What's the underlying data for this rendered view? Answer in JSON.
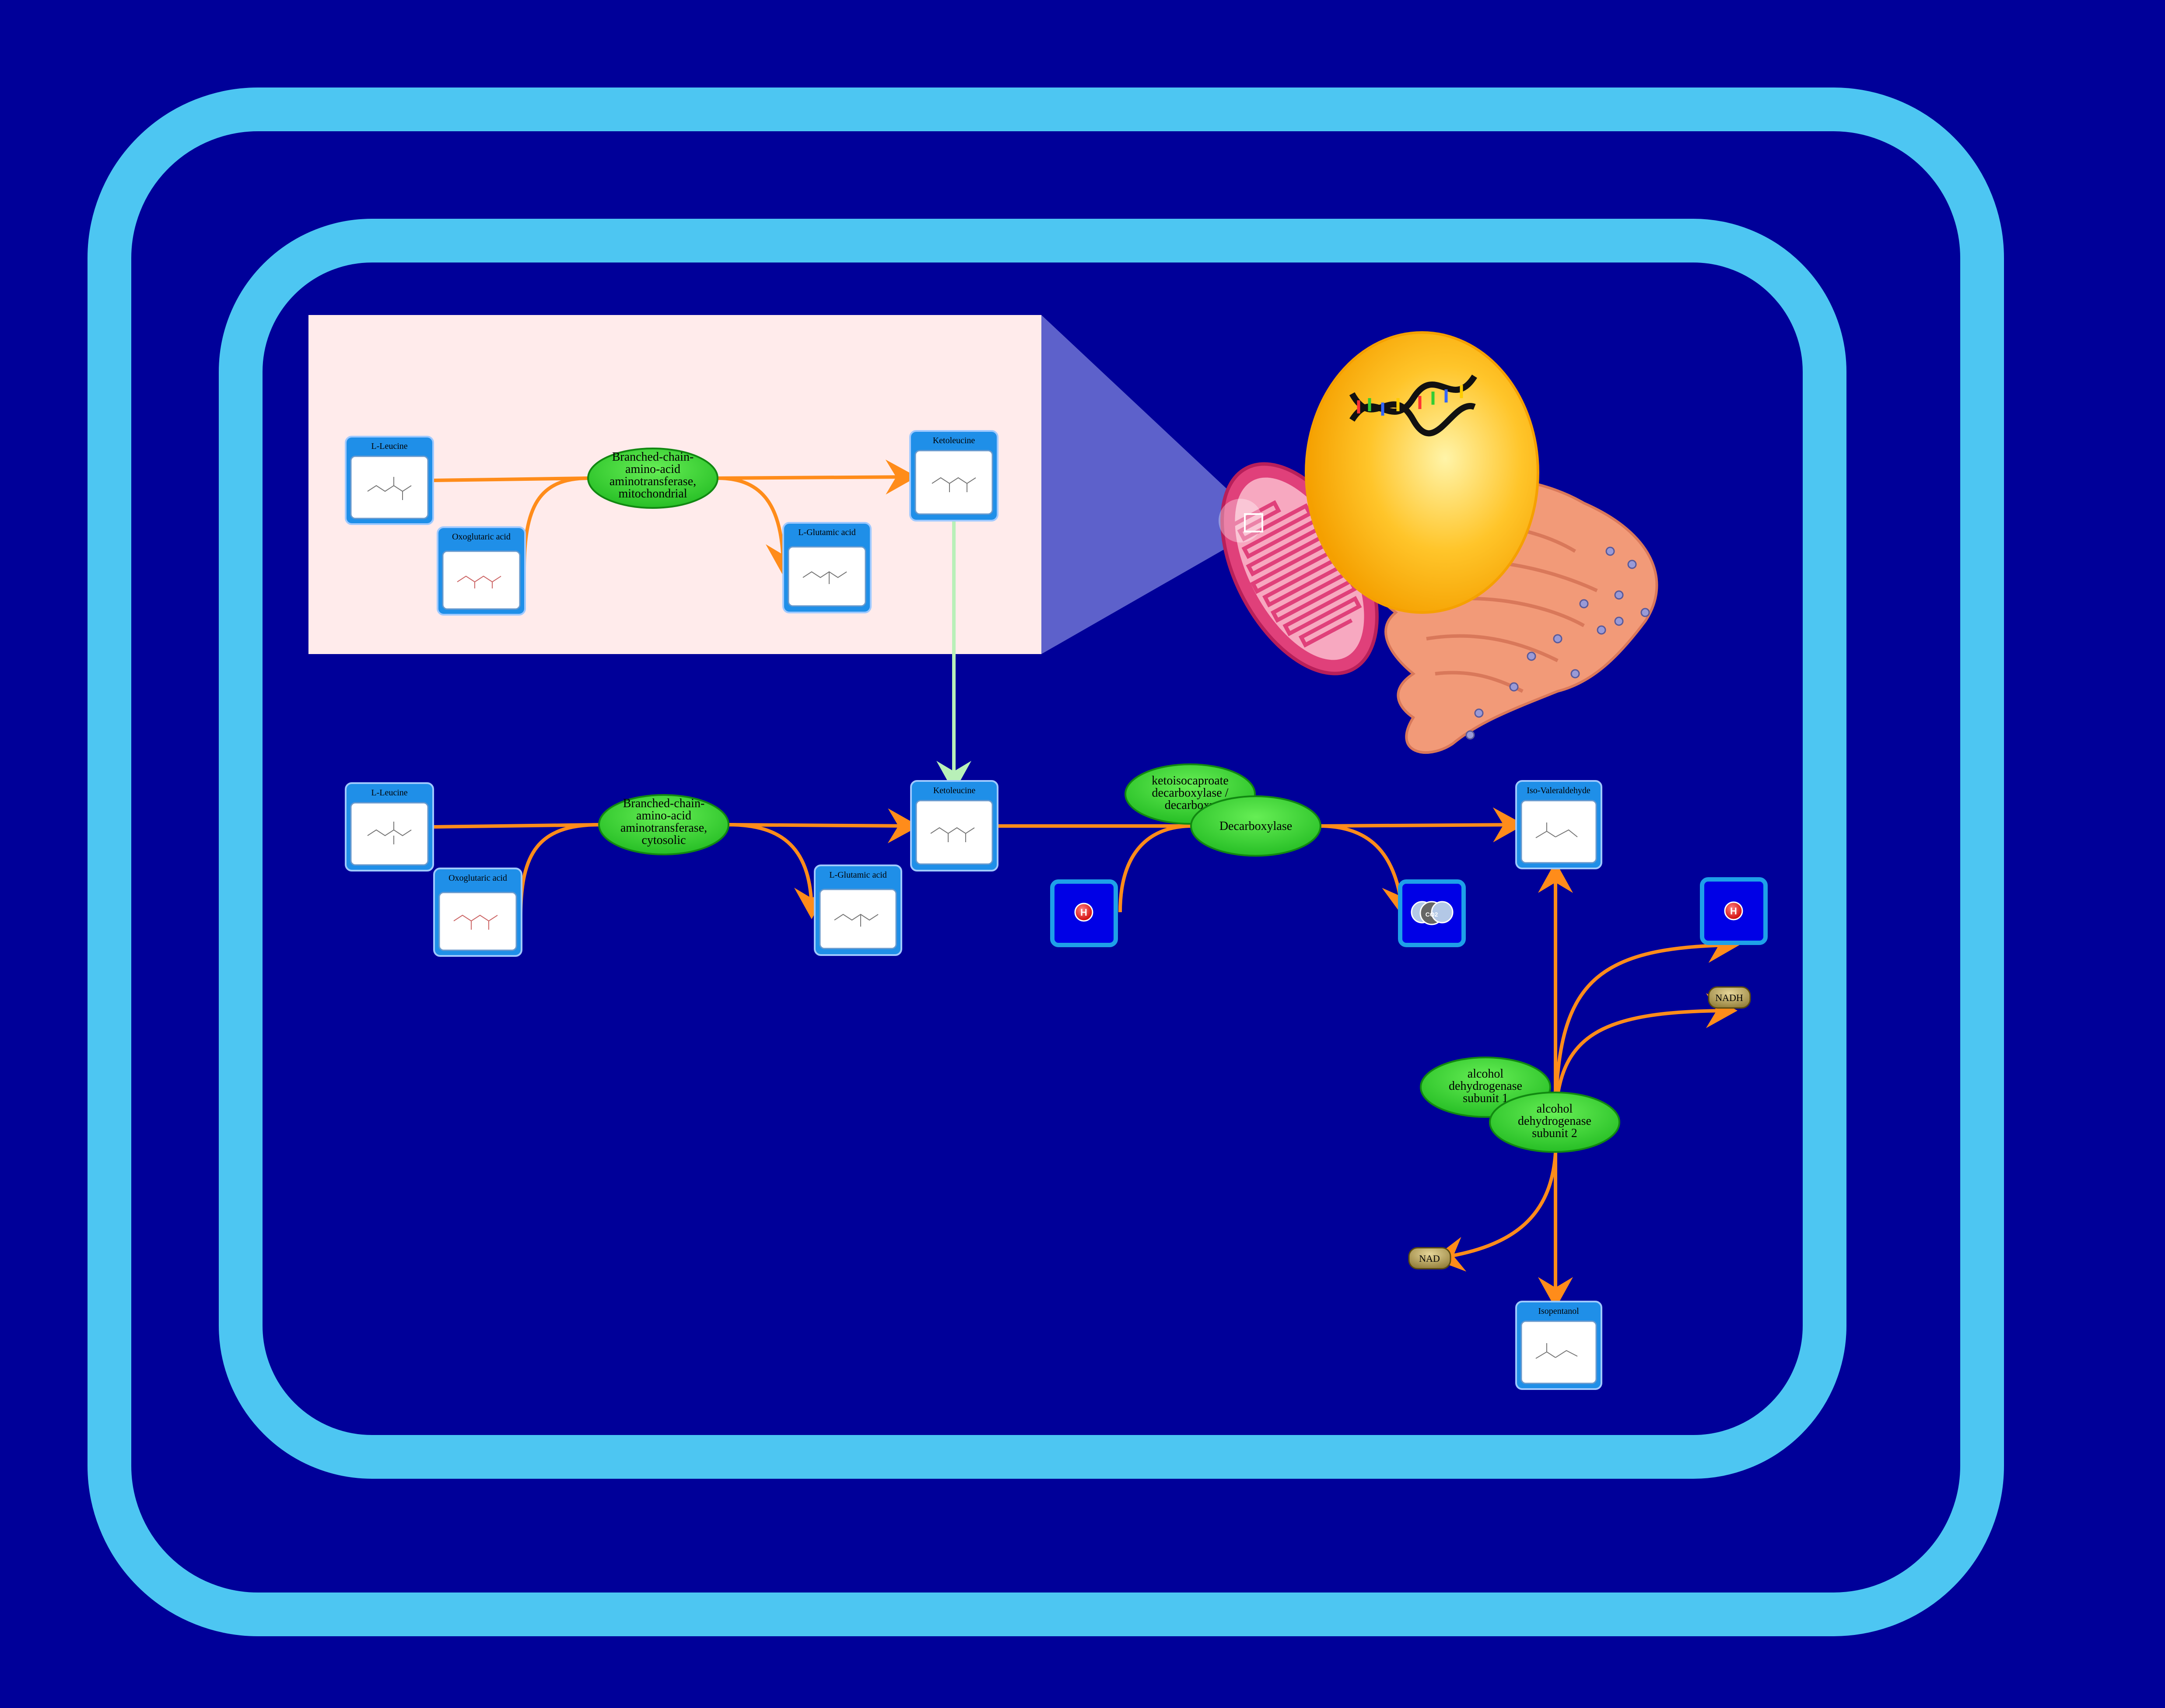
{
  "colors": {
    "background": "#000099",
    "membrane": "#4dc6f2",
    "inset_background": "#ffebeb",
    "reaction_arrow": "#ff8c1a",
    "link_arrow": "#b8f0b8",
    "enzyme_fill": "#33cc33",
    "metabolite_header": "#2196f3",
    "cofactor_fill": "#b39b4d",
    "ion_box": "#0000e6"
  },
  "inset": {
    "metabolites": {
      "leucine": "L-Leucine",
      "oxoglutaric": "Oxoglutaric acid",
      "ketoleucine": "Ketoleucine",
      "glutamic": "L-Glutamic acid"
    },
    "enzyme": [
      "Branched-chain-",
      "amino-acid",
      "aminotransferase,",
      "mitochondrial"
    ]
  },
  "main": {
    "metabolites": {
      "leucine": "L-Leucine",
      "oxoglutaric": "Oxoglutaric acid",
      "ketoleucine": "Ketoleucine",
      "glutamic": "L-Glutamic acid",
      "isovaleraldehyde": "Iso-Valeraldehyde",
      "isopentanol": "Isopentanol"
    },
    "enzymes": {
      "bcat_cytosolic": [
        "Branched-chain-",
        "amino-acid",
        "aminotransferase,",
        "cytosolic"
      ],
      "kic_decarboxylase": [
        "ketoisocaproate",
        "decarboxylase /",
        "decarboxy"
      ],
      "decarboxylase": [
        "Decarboxylase"
      ],
      "adh1": [
        "alcohol",
        "dehydrogenase",
        "subunit 1"
      ],
      "adh2": [
        "alcohol",
        "dehydrogenase",
        "subunit 2"
      ]
    },
    "cofactors": {
      "nadh": "NADH",
      "nad": "NAD"
    },
    "ions": {
      "h_left": "H",
      "h_right": "H",
      "co2": "CO2"
    }
  },
  "organelles": [
    "nucleus-with-dna",
    "mitochondrion",
    "endoplasmic-reticulum"
  ]
}
